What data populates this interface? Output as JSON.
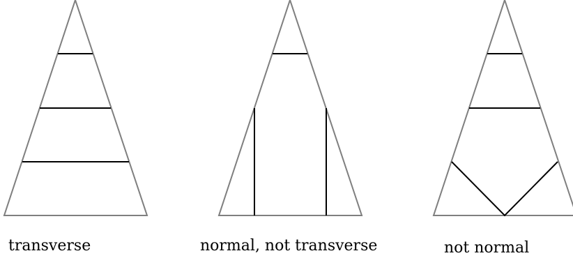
{
  "panels": [
    {
      "caption": "transverse"
    },
    {
      "caption": "normal, not transverse"
    },
    {
      "caption": "not normal"
    }
  ],
  "colors": {
    "triangle_outline": "#7f7f7f",
    "cut_lines": "#000000"
  }
}
